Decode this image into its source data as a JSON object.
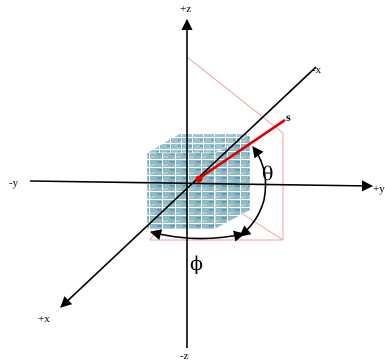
{
  "axes": {
    "pos_z": "+z",
    "neg_z": "-z",
    "pos_x": "+x",
    "neg_x": "-x",
    "pos_y": "+y",
    "neg_y": "-y"
  },
  "vector_label": "s",
  "angles": {
    "theta": "θ",
    "phi": "ϕ"
  },
  "colors": {
    "axis": "#000000",
    "vector": "#e00000",
    "projection": "#f2a0a0",
    "cube_base": "#8fb9c6",
    "cube_grid": "#ffffff",
    "origin": "#e00000"
  }
}
